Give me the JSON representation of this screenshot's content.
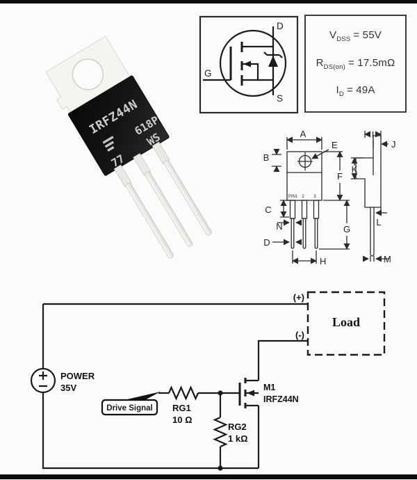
{
  "photo": {
    "part_marking": "IRFZ44N",
    "date_code": "618P",
    "lot_code": "77",
    "suffix_code": "WS"
  },
  "symbol": {
    "drain": "D",
    "gate": "G",
    "source": "S"
  },
  "specs": {
    "lines": [
      {
        "sym": "V",
        "sub": "DSS",
        "rest": "= 55V"
      },
      {
        "sym": "R",
        "sub": "DS(on)",
        "rest": "= 17.5mΩ"
      },
      {
        "sym": "I",
        "sub": "D",
        "rest": "= 49A"
      }
    ]
  },
  "package": {
    "pins": {
      "pin1": "PIN1",
      "pin2": "2",
      "pin3": "3"
    },
    "dims": {
      "A": "A",
      "B": "B",
      "C": "C",
      "D": "D",
      "E": "E",
      "F": "F",
      "G": "G",
      "H": "H",
      "I": "I",
      "J": "J",
      "K": "K",
      "L": "L",
      "M": "M",
      "N": "N"
    }
  },
  "circuit": {
    "power_name": "POWER",
    "power_value": "35V",
    "plus_terminal": "(+)",
    "minus_terminal": "(-)",
    "load": "Load",
    "drive_signal": "Drive Signal",
    "rg1_ref": "RG1",
    "rg1_value": "10 Ω",
    "rg2_ref": "RG2",
    "rg2_value": "1 kΩ",
    "mosfet_ref": "M1",
    "mosfet_part": "IRFZ44N"
  }
}
